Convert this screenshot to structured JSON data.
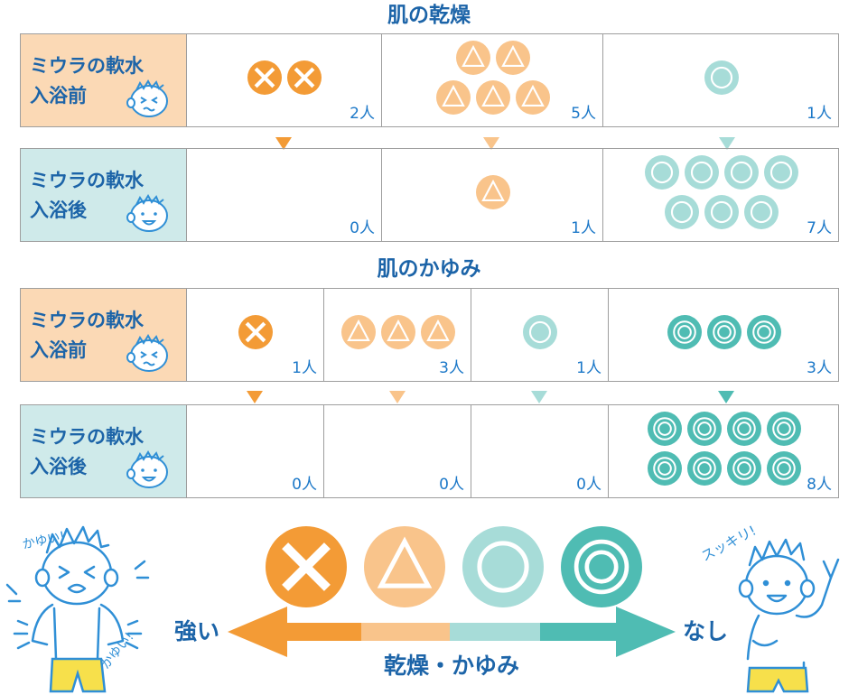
{
  "sections": [
    {
      "title": "肌の乾燥",
      "before_label": [
        "ミウラの軟水",
        "入浴前"
      ],
      "after_label": [
        "ミウラの軟水",
        "入浴後"
      ],
      "columns": [
        {
          "symbol": "cross",
          "before": "2人",
          "after": "0人",
          "before_n": 2,
          "after_n": 0
        },
        {
          "symbol": "triangle",
          "before": "5人",
          "after": "1人",
          "before_n": 5,
          "after_n": 1
        },
        {
          "symbol": "circle",
          "before": "1人",
          "after": "7人",
          "before_n": 1,
          "after_n": 7
        }
      ]
    },
    {
      "title": "肌のかゆみ",
      "before_label": [
        "ミウラの軟水",
        "入浴前"
      ],
      "after_label": [
        "ミウラの軟水",
        "入浴後"
      ],
      "columns": [
        {
          "symbol": "cross",
          "before": "1人",
          "after": "0人",
          "before_n": 1,
          "after_n": 0
        },
        {
          "symbol": "triangle",
          "before": "3人",
          "after": "0人",
          "before_n": 3,
          "after_n": 0
        },
        {
          "symbol": "circle",
          "before": "1人",
          "after": "0人",
          "before_n": 1,
          "after_n": 0
        },
        {
          "symbol": "double-circle",
          "before": "3人",
          "after": "8人",
          "before_n": 3,
          "after_n": 8
        }
      ]
    }
  ],
  "scale": {
    "left_label": "強い",
    "right_label": "なし",
    "center_label": "乾燥・かゆみ",
    "symbols": [
      "cross",
      "triangle",
      "circle",
      "double-circle"
    ]
  },
  "characters": {
    "left_text": [
      "かゆい!",
      "かゆい!"
    ],
    "right_text": "スッキリ!"
  },
  "colors": {
    "cross": "#f39b36",
    "triangle": "#f9c48b",
    "circle": "#a7dcd8",
    "double-circle": "#4fbcb3",
    "before_bg": "#fbd9b5",
    "after_bg": "#cfeaea",
    "text_blue": "#1c64a8",
    "count_blue": "#1c78c8"
  }
}
